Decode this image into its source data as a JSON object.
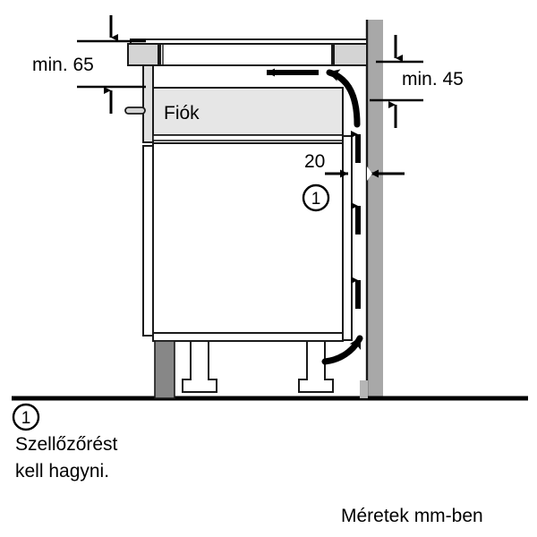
{
  "diagram": {
    "title": "Bosch cooktop installation clearance diagram",
    "units_note": "Méretek mm-ben",
    "labels": {
      "min_top": "min. 65",
      "min_right": "min. 45",
      "gap": "20",
      "drawer": "Fiók"
    },
    "callouts": [
      {
        "marker": "1",
        "line1": "Szellőzőrést",
        "line2": "kell hagyni."
      }
    ],
    "marker_in_drawing": "1",
    "colors": {
      "stroke": "#1a1a1a",
      "wall_fill": "#a8a8a8",
      "panel_fill": "#d9d9d9",
      "drawer_fill": "#e6e6e6",
      "plinth_fill": "#878787",
      "background": "#ffffff"
    },
    "icons": {
      "airflow_up": "up-arrow-icon",
      "airflow_left": "left-arrow-icon",
      "airflow_curved": "curved-arrow-icon",
      "dimension_arrow": "dimension-arrow-icon"
    }
  }
}
